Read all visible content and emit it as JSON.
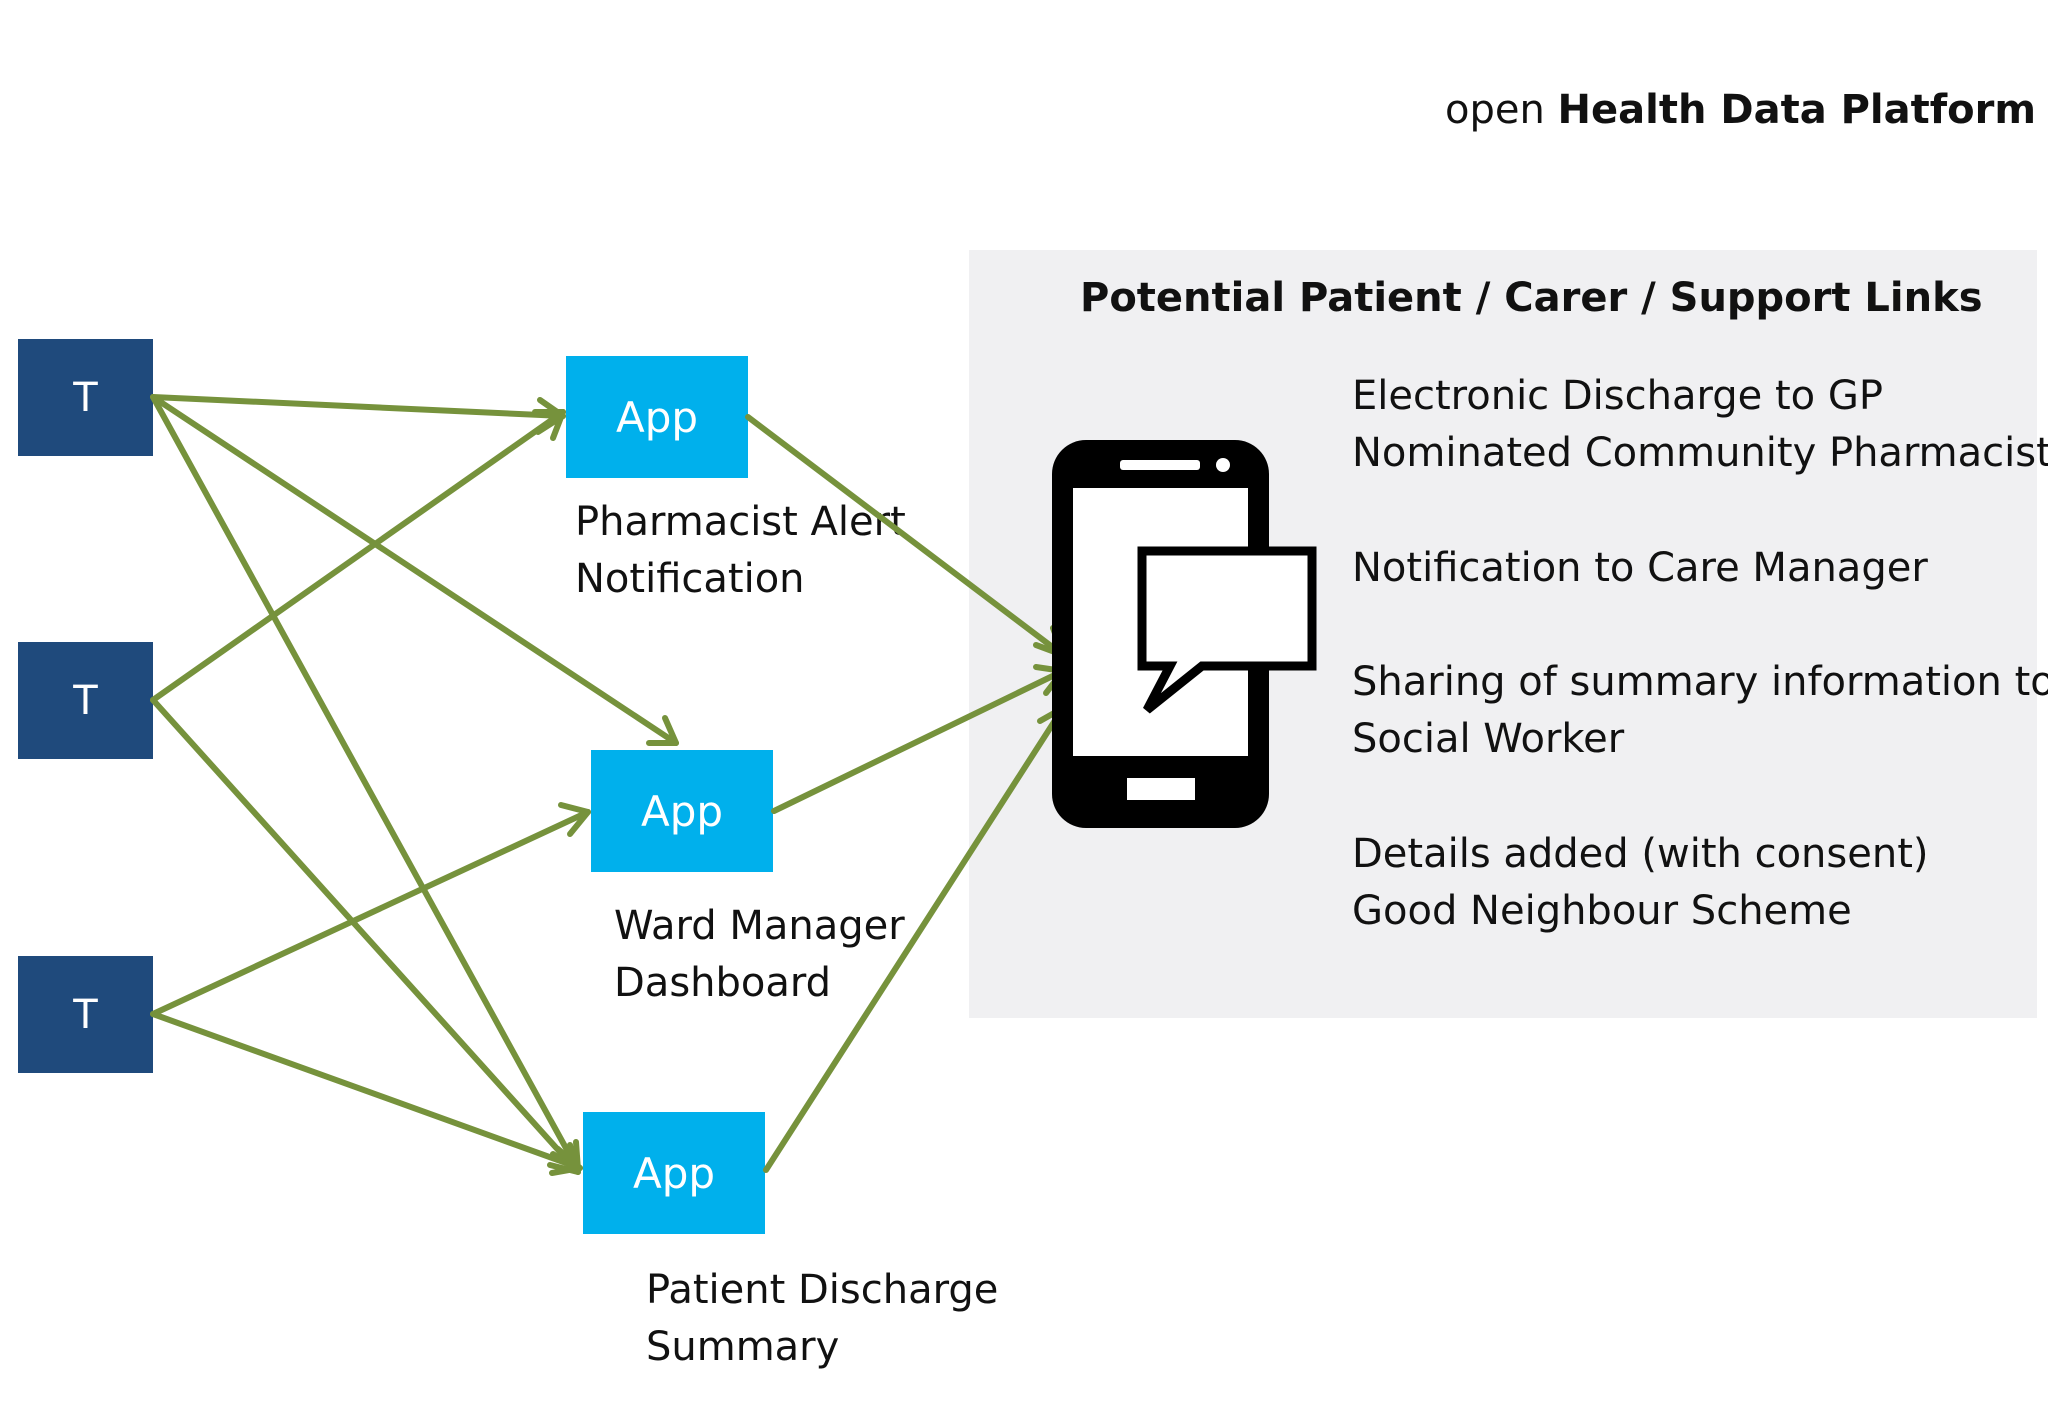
{
  "header": {
    "title_prefix": "open",
    "title_bold": "Health Data Platform"
  },
  "sources": [
    {
      "label": "T"
    },
    {
      "label": "T"
    },
    {
      "label": "T"
    }
  ],
  "apps": [
    {
      "box_label": "App",
      "caption_line1": "Pharmacist Alert",
      "caption_line2": "Notification"
    },
    {
      "box_label": "App",
      "caption_line1": "Ward Manager",
      "caption_line2": "Dashboard"
    },
    {
      "box_label": "App",
      "caption_line1": "Patient Discharge",
      "caption_line2": "Summary"
    }
  ],
  "panel": {
    "heading": "Potential Patient / Carer / Support Links",
    "items": [
      {
        "line1": "Electronic Discharge to GP",
        "line2": "Nominated Community Pharmacist"
      },
      {
        "line1": "Notification to Care Manager",
        "line2": ""
      },
      {
        "line1": "Sharing of summary information to",
        "line2": "Social Worker"
      },
      {
        "line1": "Details added (with consent)",
        "line2": "Good Neighbour Scheme"
      }
    ]
  },
  "icons": {
    "device": "smartphone-message-icon"
  },
  "colors": {
    "source_box": "#1f4a7c",
    "app_box": "#00b0ec",
    "arrow": "#76923c",
    "panel_bg": "#f0f0f2"
  }
}
